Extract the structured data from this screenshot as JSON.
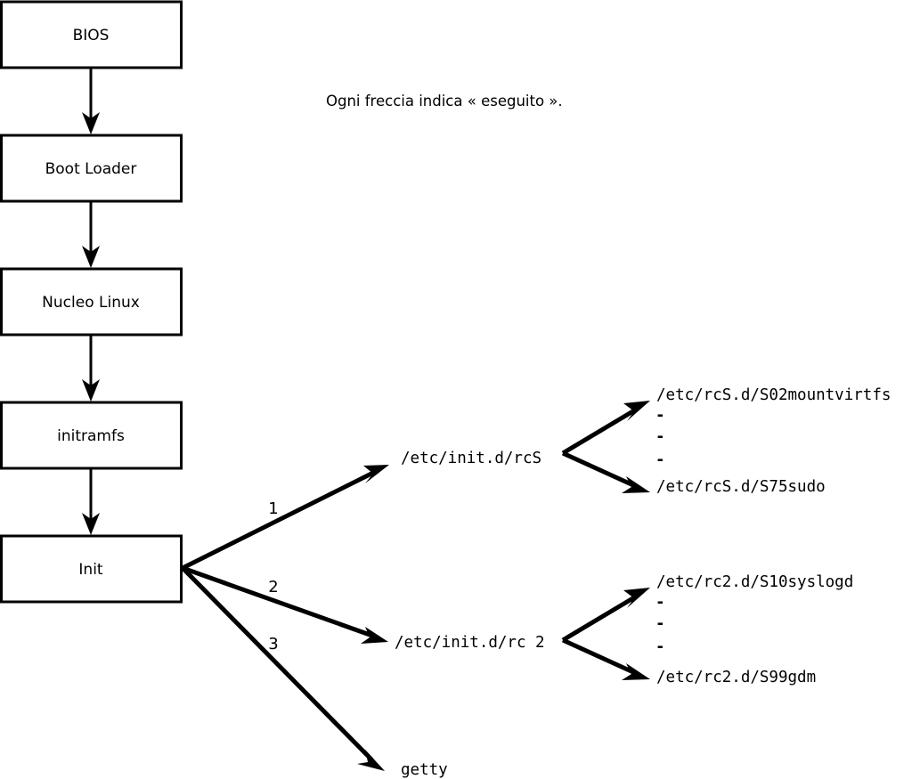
{
  "diagram": {
    "caption": "Ogni freccia indica « eseguito ».",
    "boot_chain": [
      {
        "label": "BIOS"
      },
      {
        "label": "Boot Loader"
      },
      {
        "label": "Nucleo Linux"
      },
      {
        "label": "initramfs"
      },
      {
        "label": "Init"
      }
    ],
    "init_branches": [
      {
        "number": "1",
        "target": "/etc/init.d/rcS"
      },
      {
        "number": "2",
        "target": "/etc/init.d/rc 2"
      },
      {
        "number": "3",
        "target": "getty"
      }
    ],
    "rcs_scripts": {
      "first": "/etc/rcS.d/S02mountvirtfs",
      "ellipsis": [
        "-",
        "-",
        "-"
      ],
      "last": "/etc/rcS.d/S75sudo"
    },
    "rc2_scripts": {
      "first": "/etc/rc2.d/S10syslogd",
      "ellipsis": [
        "-",
        "-",
        "-"
      ],
      "last": "/etc/rc2.d/S99gdm"
    },
    "colors": {
      "stroke": "#000000",
      "background": "#ffffff",
      "box_fill": "#ffffff"
    }
  }
}
